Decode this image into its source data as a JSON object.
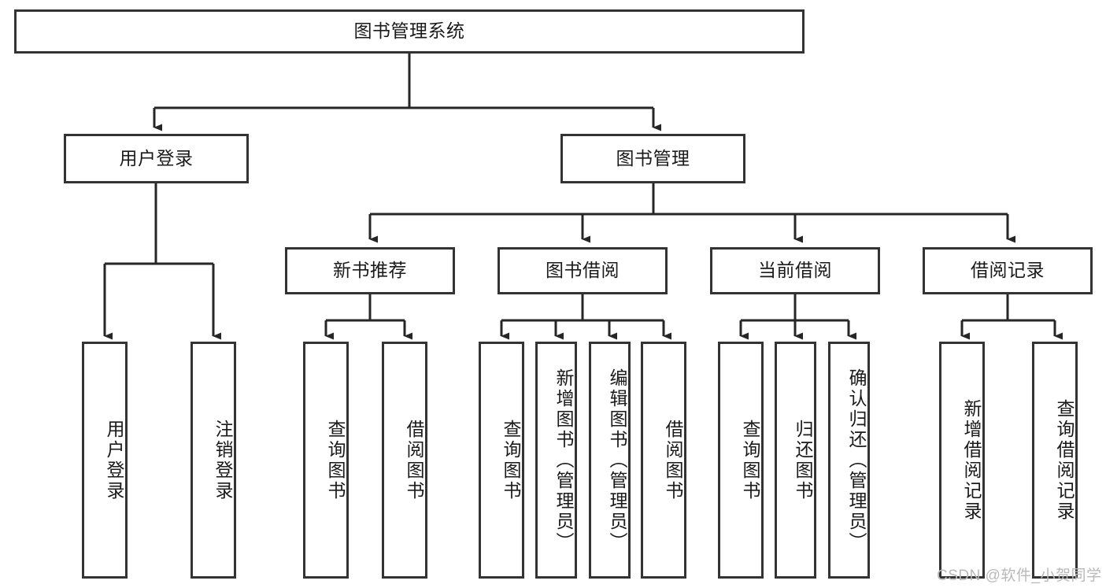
{
  "diagram": {
    "title": "图书管理系统",
    "type": "hierarchy-tree",
    "watermark": "CSDN @软件_小贺同学",
    "colors": {
      "stroke": "#333333",
      "fill": "#ffffff",
      "text": "#1a1a1a",
      "watermark": "#b9b9b9"
    },
    "root": {
      "label": "图书管理系统"
    },
    "level1": [
      {
        "label": "用户登录"
      },
      {
        "label": "图书管理"
      }
    ],
    "level2": [
      {
        "label": "新书推荐"
      },
      {
        "label": "图书借阅"
      },
      {
        "label": "当前借阅"
      },
      {
        "label": "借阅记录"
      }
    ],
    "leaves": {
      "user_login": [
        {
          "label": "用户登录"
        },
        {
          "label": "注销登录"
        }
      ],
      "new_book_recommend": [
        {
          "label": "查询图书"
        },
        {
          "label": "借阅图书"
        }
      ],
      "book_borrow": [
        {
          "label": "查询图书"
        },
        {
          "label": "新增图书（管理员）"
        },
        {
          "label": "编辑图书（管理员）"
        },
        {
          "label": "借阅图书"
        }
      ],
      "current_borrow": [
        {
          "label": "查询图书"
        },
        {
          "label": "归还图书"
        },
        {
          "label": "确认归还（管理员）"
        }
      ],
      "borrow_record": [
        {
          "label": "新增借阅记录"
        },
        {
          "label": "查询借阅记录"
        }
      ]
    }
  }
}
